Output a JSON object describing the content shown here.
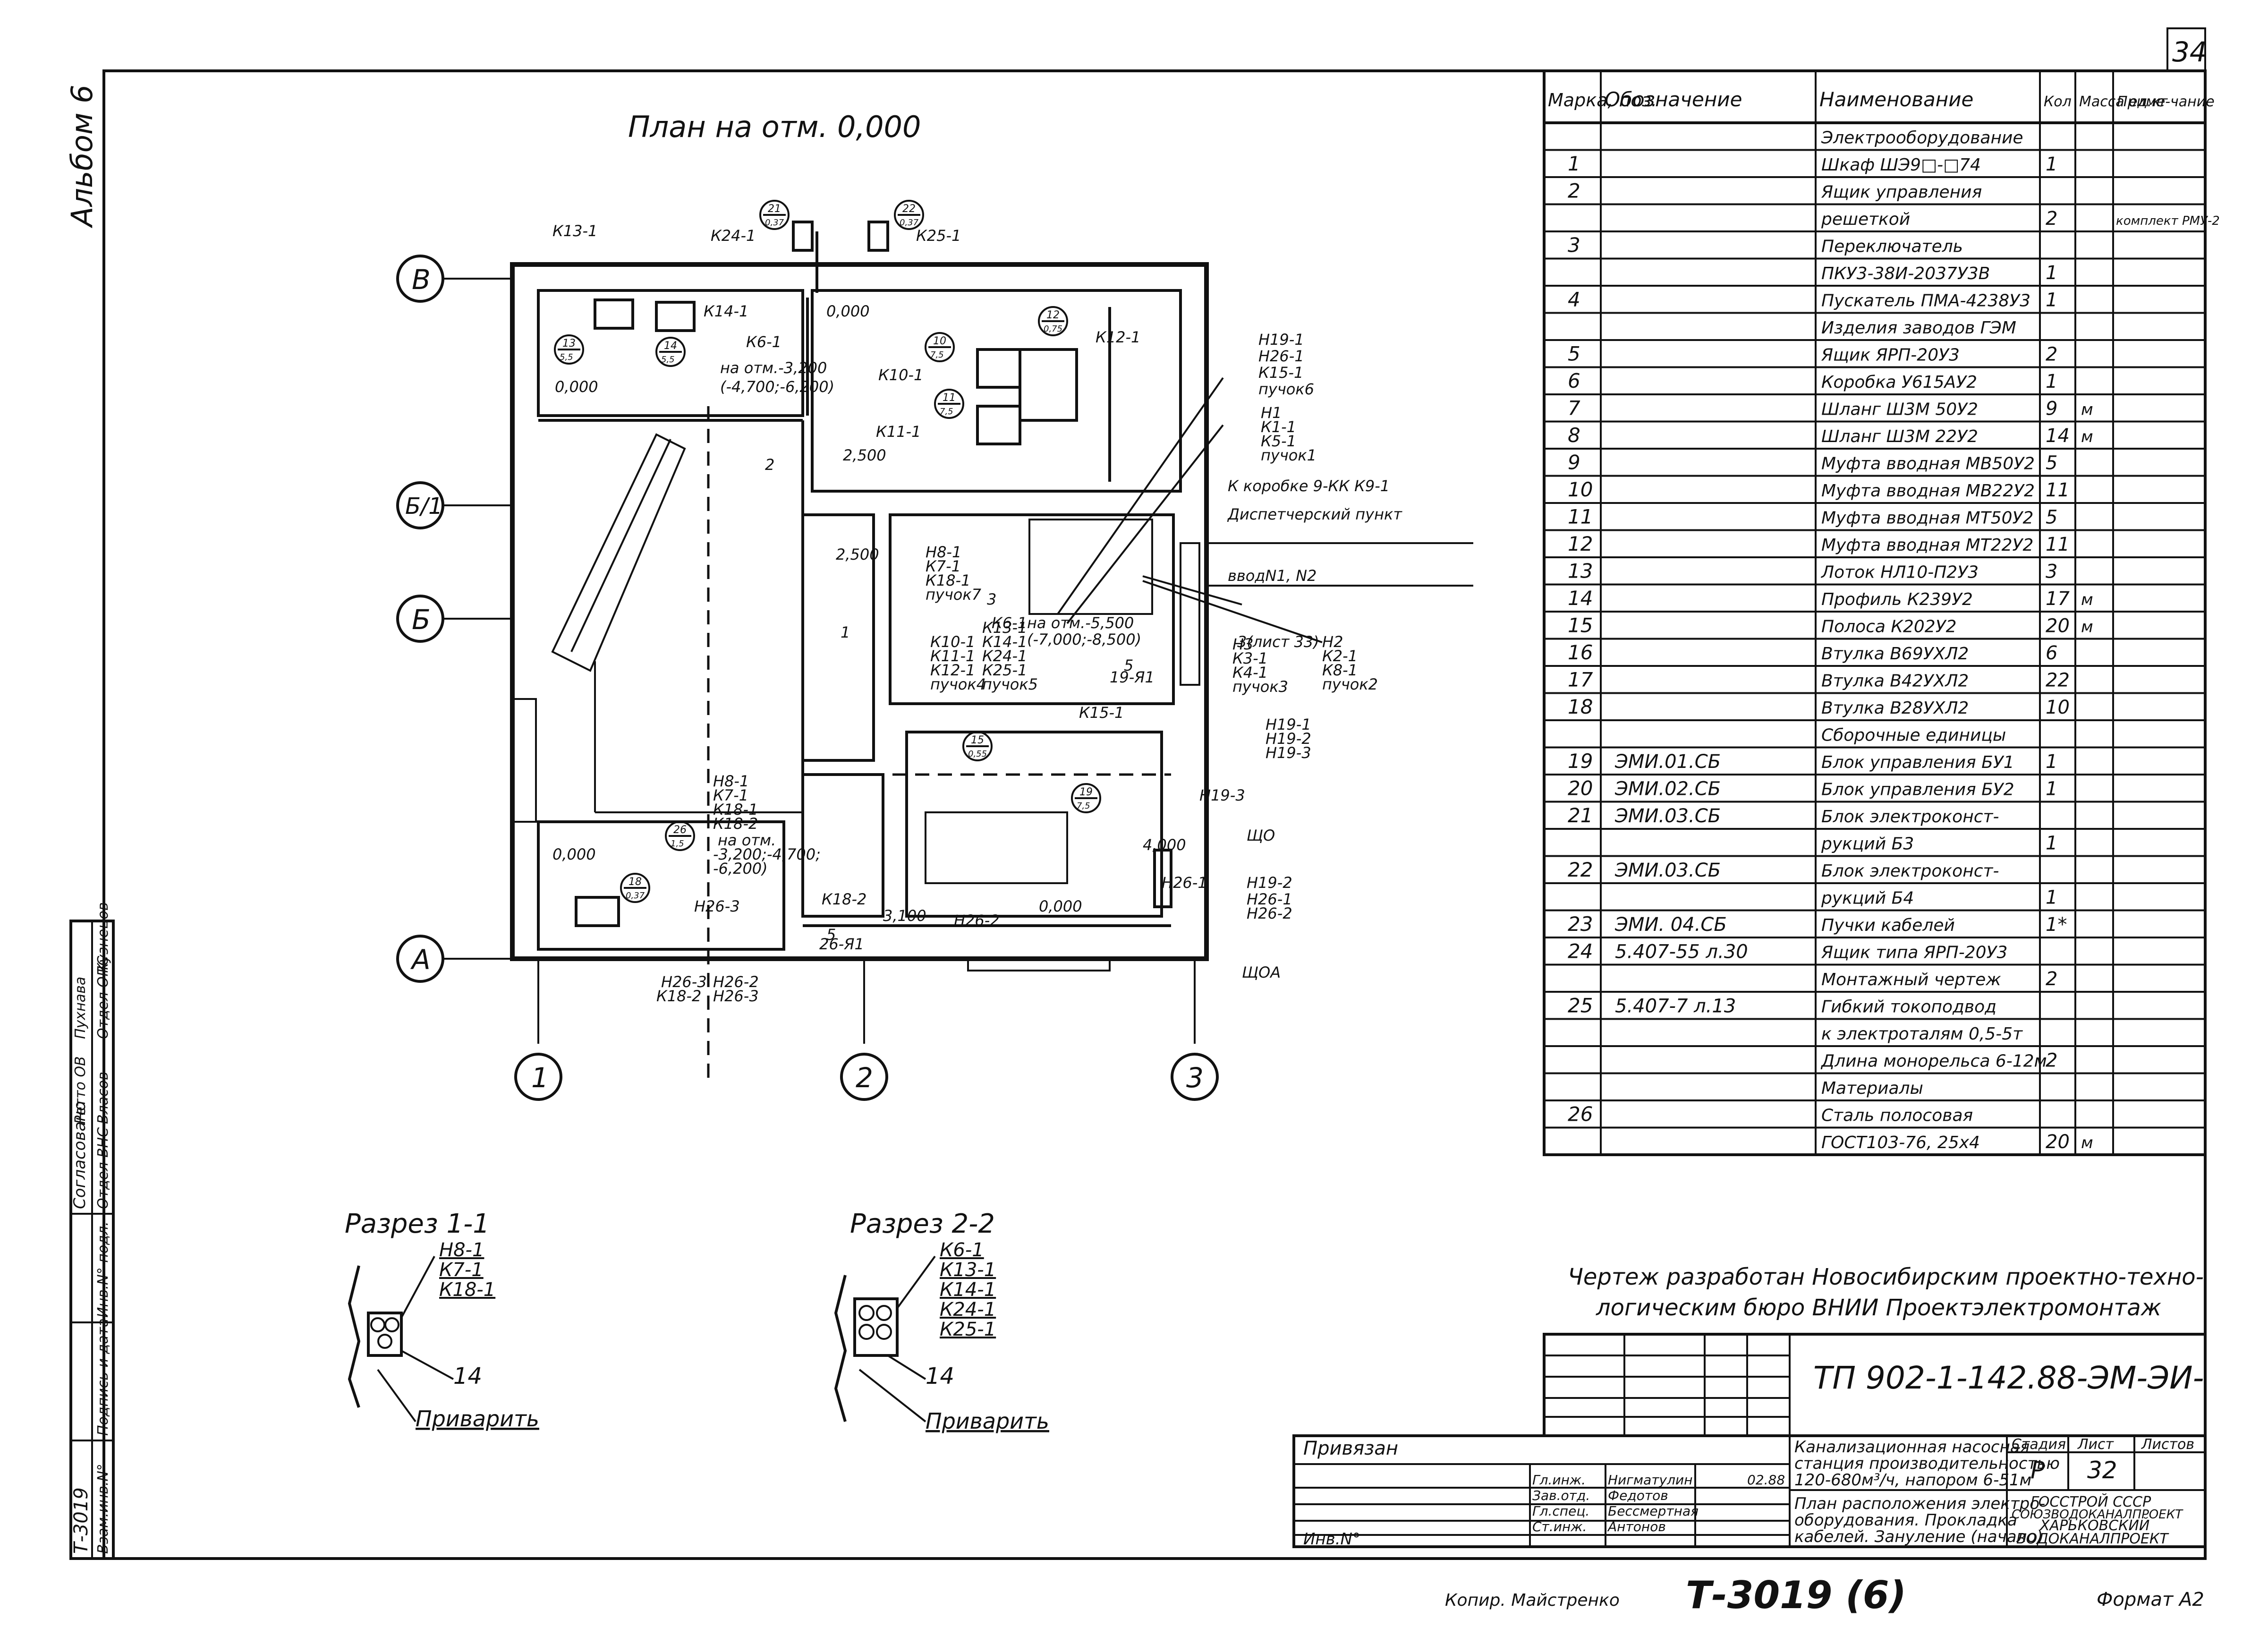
{
  "page_number": "34",
  "album_label": "Альбом 6",
  "plan_title": "План на отм. 0,000",
  "grid_axes": {
    "rows": [
      "В",
      "Б/1",
      "Б",
      "А"
    ],
    "cols": [
      "1",
      "2",
      "3"
    ]
  },
  "plan_labels": [
    "К13-1",
    "К14-1",
    "К24-1",
    "К25-1",
    "К6-1",
    "на отм.-3,200",
    "(-4,700;-6,200)",
    "0,000",
    "0,000",
    "0,000",
    "0,000",
    "К10-1",
    "К11-1",
    "К12-1",
    "2,500",
    "2,500",
    "Н19-1",
    "Н26-1",
    "К15-1",
    "пучок6",
    "Н1",
    "К1-1",
    "К5-1",
    "пучок1",
    "К коробке 9-КК К9-1",
    "Диспетчерский пункт",
    "вводN1, N2",
    "Н8-1",
    "К7-1",
    "К18-1",
    "пучок7",
    "К6-1",
    "на отм.-5,500",
    "(-7,000;-8,500)",
    "3",
    "3(лист 33)",
    "5",
    "19-Я1",
    "К10-1",
    "К11-1",
    "К12-1",
    "пучок4",
    "К13-1",
    "К14-1",
    "К24-1",
    "К25-1",
    "пучок5",
    "Н3",
    "К3-1",
    "К4-1",
    "пучок3",
    "Н2",
    "К2-1",
    "К8-1",
    "пучок2",
    "Н19-1",
    "Н19-2",
    "Н19-3",
    "К15-1",
    "Н19-3",
    "Н8-1",
    "К7-1",
    "К18-1",
    "К18-2",
    "на отм.",
    "-3,200;-4,700;",
    "-6,200)",
    "К18-2",
    "Н26-3",
    "Н26-3",
    "Н26-2",
    "К18-2",
    "Н26-3",
    "5",
    "26-Я1",
    "3,100",
    "Н26-2",
    "Н26-1",
    "Н19-2",
    "Н26-1",
    "Н26-2",
    "ЩО",
    "ЩОА",
    "4,000",
    "2",
    "1"
  ],
  "circle_marks": [
    "21\n0,37",
    "22\n0,37",
    "13\n5,5",
    "14\n5,5",
    "10\n7,5",
    "12\n0,75",
    "11\n7,5",
    "15\n0,55",
    "19\n7,5",
    "26\n1,5",
    "18\n0,37"
  ],
  "sections": [
    {
      "title": "Разрез 1-1",
      "labels": [
        "Н8-1",
        "К7-1",
        "К18-1"
      ],
      "ref": "14",
      "weld": "Приварить"
    },
    {
      "title": "Разрез 2-2",
      "labels": [
        "К6-1",
        "К13-1",
        "К14-1",
        "К24-1",
        "К25-1"
      ],
      "ref": "14",
      "weld": "Приварить"
    }
  ],
  "spec_table": {
    "headers": [
      "Марка, поз.",
      "Обозначение",
      "Наименование",
      "Кол",
      "Масса ед.кг",
      "Приме-чание"
    ],
    "rows": [
      [
        "",
        "",
        "Электрооборудование",
        "",
        "",
        ""
      ],
      [
        "1",
        "",
        "Шкаф ШЭ9□-□74",
        "1",
        "",
        ""
      ],
      [
        "2",
        "",
        "Ящик управления",
        "",
        "",
        ""
      ],
      [
        "",
        "",
        "решеткой",
        "2",
        "",
        "комплект РМУ-2"
      ],
      [
        "3",
        "",
        "Переключатель",
        "",
        "",
        ""
      ],
      [
        "",
        "",
        "ПКУ3-38И-2037У3В",
        "1",
        "",
        ""
      ],
      [
        "4",
        "",
        "Пускатель ПМА-4238У3",
        "1",
        "",
        ""
      ],
      [
        "",
        "",
        "Изделия заводов ГЭМ",
        "",
        "",
        ""
      ],
      [
        "5",
        "",
        "Ящик ЯРП-20У3",
        "2",
        "",
        ""
      ],
      [
        "6",
        "",
        "Коробка У615АУ2",
        "1",
        "",
        ""
      ],
      [
        "7",
        "",
        "Шланг Ш3М 50У2",
        "9",
        "м",
        ""
      ],
      [
        "8",
        "",
        "Шланг Ш3М 22У2",
        "14",
        "м",
        ""
      ],
      [
        "9",
        "",
        "Муфта вводная МВ50У2",
        "5",
        "",
        ""
      ],
      [
        "10",
        "",
        "Муфта вводная МВ22У2",
        "11",
        "",
        ""
      ],
      [
        "11",
        "",
        "Муфта вводная МТ50У2",
        "5",
        "",
        ""
      ],
      [
        "12",
        "",
        "Муфта вводная МТ22У2",
        "11",
        "",
        ""
      ],
      [
        "13",
        "",
        "Лоток НЛ10-П2У3",
        "3",
        "",
        ""
      ],
      [
        "14",
        "",
        "Профиль К239У2",
        "17",
        "м",
        ""
      ],
      [
        "15",
        "",
        "Полоса К202У2",
        "20",
        "м",
        ""
      ],
      [
        "16",
        "",
        "Втулка В69УХЛ2",
        "6",
        "",
        ""
      ],
      [
        "17",
        "",
        "Втулка В42УХЛ2",
        "22",
        "",
        ""
      ],
      [
        "18",
        "",
        "Втулка В28УХЛ2",
        "10",
        "",
        ""
      ],
      [
        "",
        "",
        "Сборочные единицы",
        "",
        "",
        ""
      ],
      [
        "19",
        "ЭМИ.01.СБ",
        "Блок управления БУ1",
        "1",
        "",
        ""
      ],
      [
        "20",
        "ЭМИ.02.СБ",
        "Блок управления БУ2",
        "1",
        "",
        ""
      ],
      [
        "21",
        "ЭМИ.03.СБ",
        "Блок электроконст-",
        "",
        "",
        ""
      ],
      [
        "",
        "",
        "рукций Б3",
        "1",
        "",
        ""
      ],
      [
        "22",
        "ЭМИ.03.СБ",
        "Блок электроконст-",
        "",
        "",
        ""
      ],
      [
        "",
        "",
        "рукций Б4",
        "1",
        "",
        ""
      ],
      [
        "23",
        "ЭМИ. 04.СБ",
        "Пучки кабелей",
        "1*",
        "",
        ""
      ],
      [
        "24",
        "5.407-55 л.30",
        "Ящик типа ЯРП-20У3",
        "",
        "",
        ""
      ],
      [
        "",
        "",
        "Монтажный чертеж",
        "2",
        "",
        ""
      ],
      [
        "25",
        "5.407-7 л.13",
        "Гибкий токоподвод",
        "",
        "",
        ""
      ],
      [
        "",
        "",
        "к электроталям 0,5-5т",
        "",
        "",
        ""
      ],
      [
        "",
        "",
        "Длина монорельса 6-12м",
        "2",
        "",
        ""
      ],
      [
        "",
        "",
        "Материалы",
        "",
        "",
        ""
      ],
      [
        "26",
        "",
        "Сталь полосовая",
        "",
        "",
        ""
      ],
      [
        "",
        "",
        "ГОСТ103-76, 25x4",
        "20",
        "м",
        ""
      ]
    ]
  },
  "developer_note": [
    "Чертеж разработан Новосибирским проектно-техно-",
    "логическим бюро ВНИИ Проектэлектромонтаж"
  ],
  "title_block": {
    "doc_code": "ТП 902-1-142.88-ЭМ-ЭИ-",
    "bound_label": "Привязан",
    "inv_label": "Инв.N°",
    "project_desc": [
      "Канализационная насосная",
      "станция производительностью",
      "120-680м³/ч, напором 6-51м"
    ],
    "sheet_desc": [
      "План расположения электро-",
      "оборудования. Прокладка",
      "кабелей. Зануление (начало)"
    ],
    "stage_label": "Стадия",
    "sheet_label": "Лист",
    "sheets_label": "Листов",
    "stage": "Р",
    "sheet": "32",
    "org": [
      "ГОССТРОЙ СССР",
      "СОЮЗВОДОКАНАЛПРОЕКТ",
      "ХАРЬКОВСКИЙ",
      "ВОДОКАНАЛПРОЕКТ"
    ],
    "roles": [
      {
        "role": "Гл.инж.",
        "name": "Нигматулин"
      },
      {
        "role": "Зав.отд.",
        "name": "Федотов"
      },
      {
        "role": "Гл.спец.",
        "name": "Бессмертная"
      },
      {
        "role": "Ст.инж.",
        "name": "Антонов"
      }
    ],
    "sheet_ref": "02.88"
  },
  "left_stamp": {
    "top": "Согласовано",
    "lines": [
      "Отдел ВНС",
      "Отдел ОПС",
      "Ретто ОВ"
    ],
    "names": [
      "Власов",
      "Кузнецов",
      "Пухнава"
    ],
    "bottom_labels": [
      "Взам.инв.N°",
      "Подпись и дата",
      "Инв.N° подл."
    ],
    "archive": "Т-3019"
  },
  "footer": {
    "copier": "Копир. Майстренко",
    "archive_no": "Т-3019 (6)",
    "format": "Формат А2"
  }
}
